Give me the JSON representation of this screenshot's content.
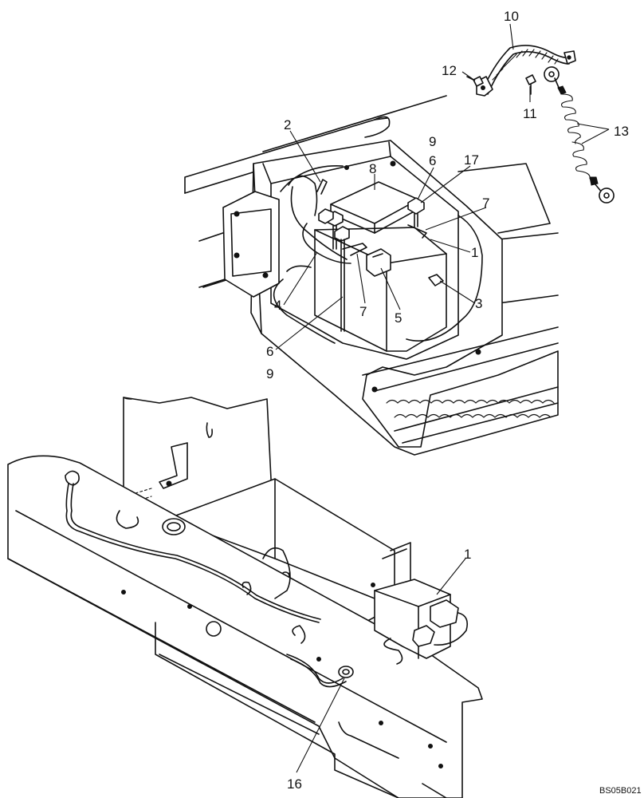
{
  "callouts": {
    "c1_top": "1",
    "c2": "2",
    "c3": "3",
    "c4": "4",
    "c5": "5",
    "c6_top": "6",
    "c6_bottom": "6",
    "c7_top": "7",
    "c7_bottom": "7",
    "c8": "8",
    "c9_top": "9",
    "c9_bottom": "9",
    "c10": "10",
    "c11": "11",
    "c12": "12",
    "c13": "13",
    "c16": "16",
    "c17": "17",
    "c1_bottom": "1"
  },
  "drawing_code": "BS05B021"
}
